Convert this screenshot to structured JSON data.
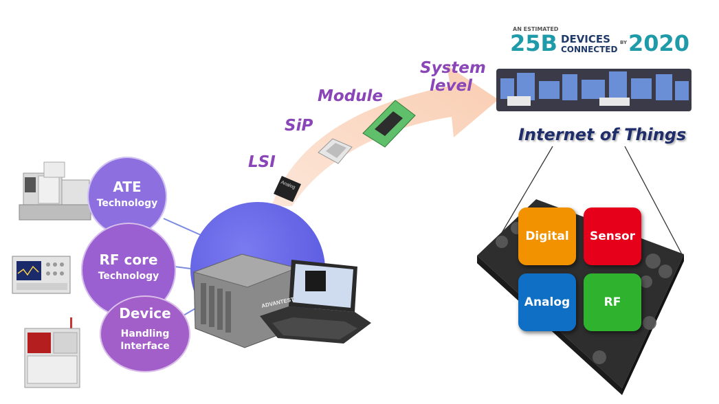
{
  "stages": {
    "lsi": "LSI",
    "sip": "SiP",
    "module": "Module",
    "system_line1": "System",
    "system_line2": "level"
  },
  "tech": {
    "ate_title": "ATE",
    "ate_sub": "Technology",
    "rf_title": "RF core",
    "rf_sub": "Technology",
    "device_title": "Device",
    "device_sub1": "Handling",
    "device_sub2": "Interface"
  },
  "iot": {
    "banner_small": "AN ESTIMATED",
    "banner_big": "25B",
    "banner_devices": "DEVICES",
    "banner_connected": "CONNECTED",
    "banner_by": "BY",
    "banner_year": "2020",
    "title": "Internet of Things"
  },
  "chip": {
    "digital": "Digital",
    "sensor": "Sensor",
    "analog": "Analog",
    "rf": "RF"
  },
  "equipment": {
    "tester_brand": "ADVANTEST",
    "lsi_chip_text": "Analog"
  },
  "colors": {
    "stage_label": "#8a45b8",
    "ate_circle": "#8e6fe0",
    "rf_circle": "#9a5fd0",
    "device_circle": "#a35fc9",
    "hub_circle": "#6a6ae8",
    "arrow": "#fbd9c6",
    "digital": "#f39200",
    "sensor": "#e6001a",
    "analog": "#0e6fc4",
    "rf": "#2fb32f",
    "banner": "#1e9aa8"
  }
}
